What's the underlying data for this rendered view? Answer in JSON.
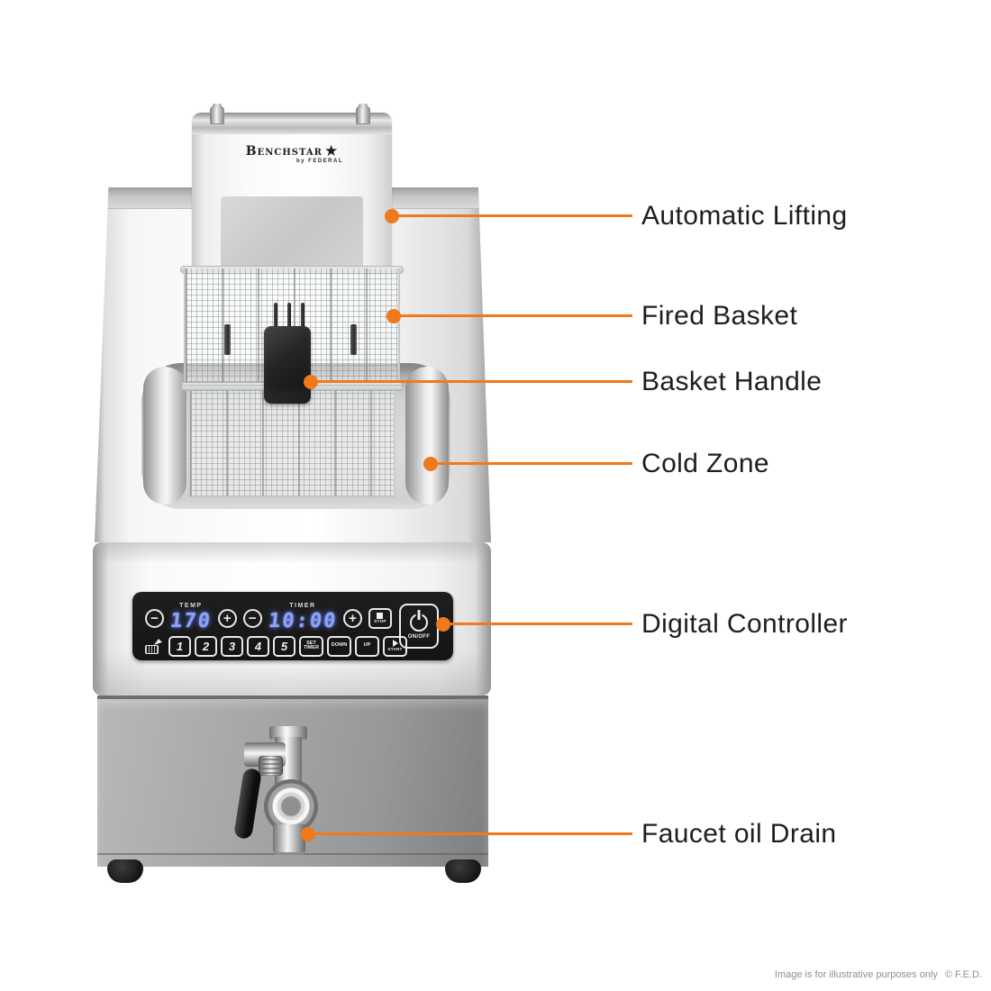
{
  "brand": {
    "name": "Benchstar",
    "star": "★",
    "byline": "by FEDERAL"
  },
  "callouts": [
    {
      "label": "Automatic Lifting"
    },
    {
      "label": "Fired Basket"
    },
    {
      "label": "Basket Handle"
    },
    {
      "label": "Cold Zone"
    },
    {
      "label": "Digital Controller"
    },
    {
      "label": "Faucet oil Drain"
    }
  ],
  "panel": {
    "temp_label": "TEMP",
    "temp_value": "170",
    "timer_label": "TIMER",
    "timer_value": "10:00",
    "minus_symbol": "−",
    "plus_symbol": "+",
    "stop_label": "STOP",
    "presets": [
      "1",
      "2",
      "3",
      "4",
      "5"
    ],
    "set_timer_line1": "SET",
    "set_timer_line2": "TIMER",
    "down_label": "DOWN",
    "up_label": "UP",
    "start_label": "START",
    "onoff_label": "ON/OFF"
  },
  "footer": {
    "note": "Image is for illustrative purposes only",
    "copyright": "© F.E.D."
  },
  "colors": {
    "accent_orange": "#F0791C",
    "led_blue": "#8DA4F5",
    "panel_black": "#161616"
  }
}
